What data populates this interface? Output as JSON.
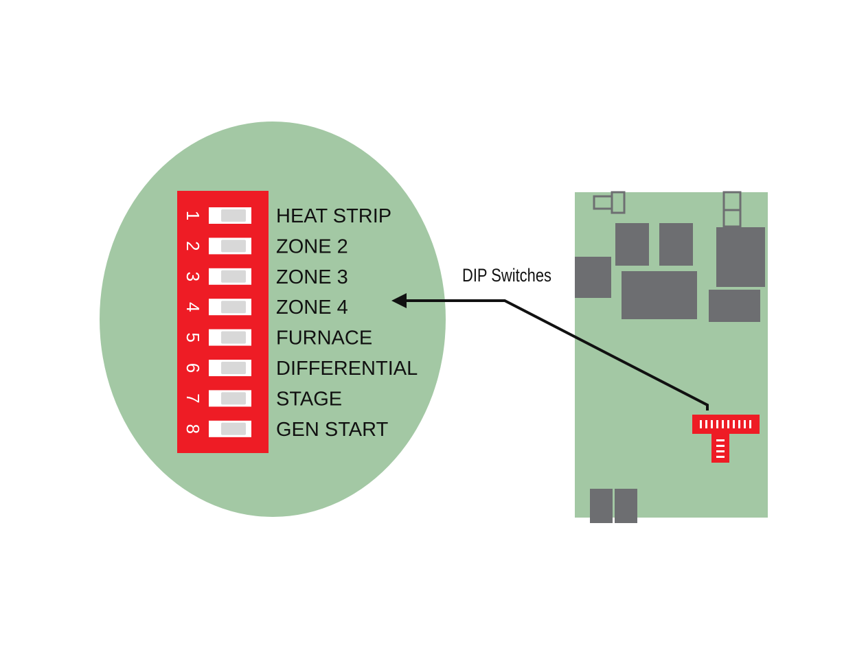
{
  "diagram": {
    "callout": "DIP Switches",
    "switches": [
      {
        "number": "1",
        "label": "HEAT STRIP"
      },
      {
        "number": "2",
        "label": "ZONE 2"
      },
      {
        "number": "3",
        "label": "ZONE 3"
      },
      {
        "number": "4",
        "label": "ZONE 4"
      },
      {
        "number": "5",
        "label": "FURNACE"
      },
      {
        "number": "6",
        "label": "DIFFERENTIAL"
      },
      {
        "number": "7",
        "label": "STAGE"
      },
      {
        "number": "8",
        "label": "GEN START"
      }
    ]
  },
  "colors": {
    "board_green": "#a3c8a4",
    "switch_red": "#ee1c25",
    "component_gray": "#6d6e71",
    "toggle_white": "#ffffff",
    "toggle_shade": "#d8d8d8",
    "text_black": "#111111"
  }
}
